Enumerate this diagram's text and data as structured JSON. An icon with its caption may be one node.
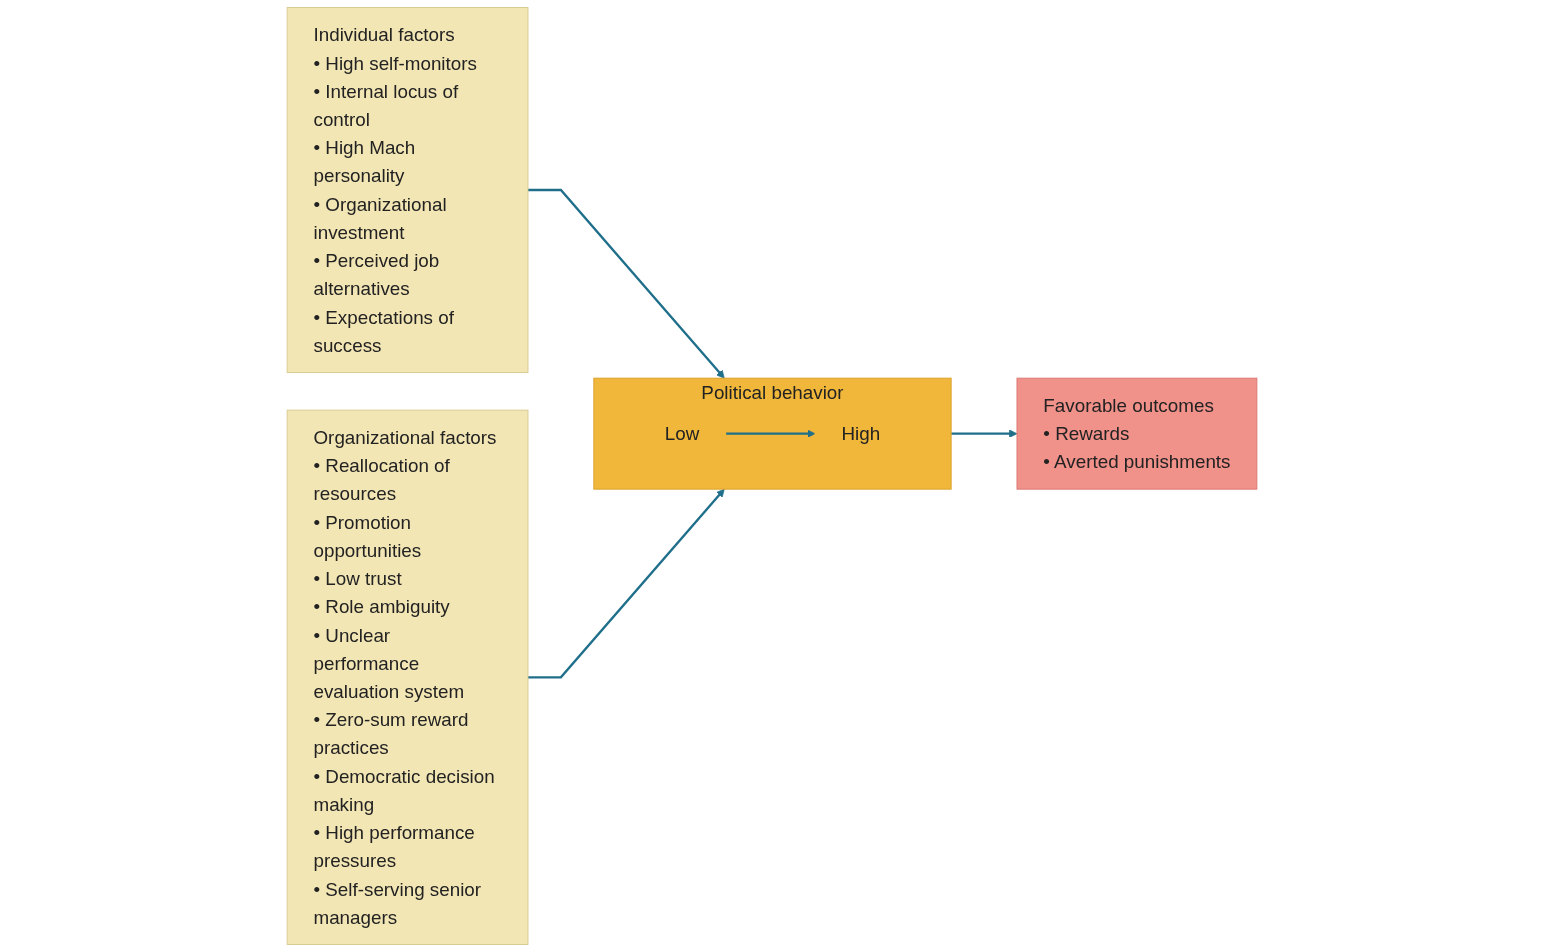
{
  "diagram": {
    "nodes": [
      {
        "text": [
          "Individual factors",
          "• High self-monitors",
          "• Internal locus of control",
          "• High Mach personality",
          "• Organizational investment",
          "• Perceived job alternatives",
          "• Expectations of success"
        ]
      },
      {
        "text": [
          "Organizational factors",
          "• Reallocation of resources",
          "• Promotion opportunities",
          "• Low trust",
          "• Role ambiguity",
          "• Unclear performance evaluation system",
          "• Zero-sum reward practices",
          "• Democratic decision making",
          "• High performance pressures",
          "• Self-serving senior managers"
        ]
      },
      {
        "text": [
          "Political behavior"
        ]
      },
      {
        "text": [
          "Low"
        ],
        "in": 2
      },
      {
        "text": [
          "High"
        ],
        "in": 2
      },
      {
        "text": [
          "Favorable outcomes",
          "• Rewards",
          "• Averted punishments"
        ]
      }
    ],
    "edges": [
      {
        "from": 0,
        "to": 2,
        "arrow": "to"
      },
      {
        "from": 1,
        "to": 2,
        "arrow": "to"
      },
      {
        "from": 3,
        "to": 4,
        "arrow": "to"
      },
      {
        "from": 2,
        "to": 5,
        "arrow": "to"
      }
    ]
  }
}
